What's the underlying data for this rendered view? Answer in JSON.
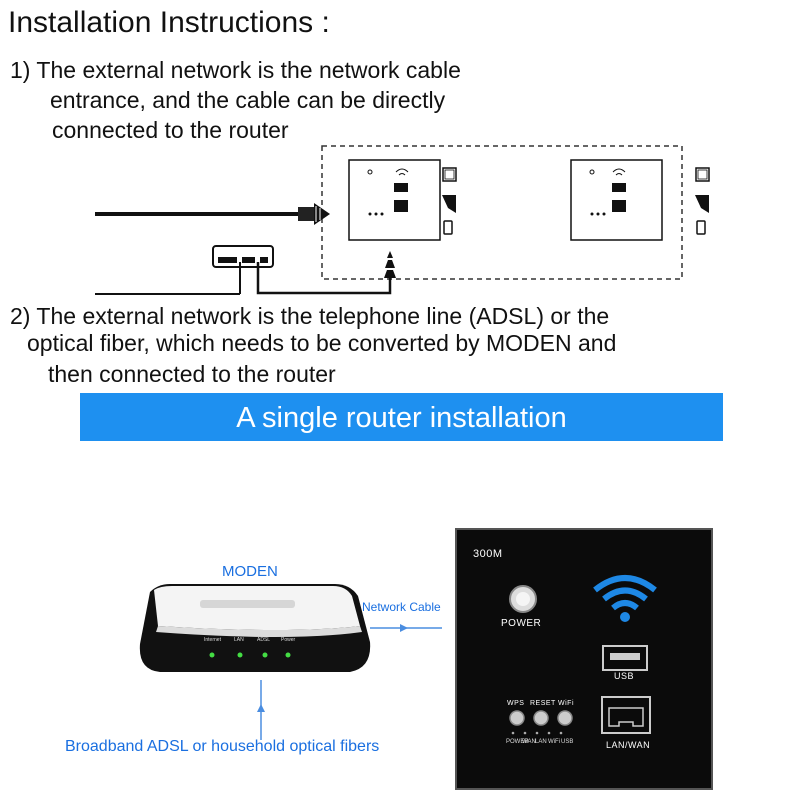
{
  "title": "Installation Instructions :",
  "step1": {
    "lines": [
      "1) The external network is the network cable",
      "entrance, and the cable can be directly",
      "connected to the router"
    ]
  },
  "step2": {
    "lines": [
      "2) The external network is the telephone line (ADSL) or the",
      "optical fiber, which needs to be converted by MODEN and",
      "then connected to the router"
    ]
  },
  "banner": "A single router installation",
  "modem": {
    "label": "MODEN",
    "leds": [
      "Internet",
      "LAN",
      "ADSL",
      "Power"
    ]
  },
  "network_cable_label": "Network Cable",
  "broadband_label": "Broadband ADSL or household optical fibers",
  "panel": {
    "model": "300M",
    "power_label": "POWER",
    "usb_label": "USB",
    "lan_wan_label": "LAN/WAN",
    "buttons": [
      "WPS",
      "RESET",
      "WiFi"
    ],
    "indicators": [
      "POWER",
      "WAN",
      "LAN",
      "WiFi",
      "USB"
    ]
  },
  "colors": {
    "banner": "#1e90f0",
    "blue_text": "#1a6fe0",
    "panel": "#0b0b0b",
    "wifi": "#1e88e5"
  }
}
